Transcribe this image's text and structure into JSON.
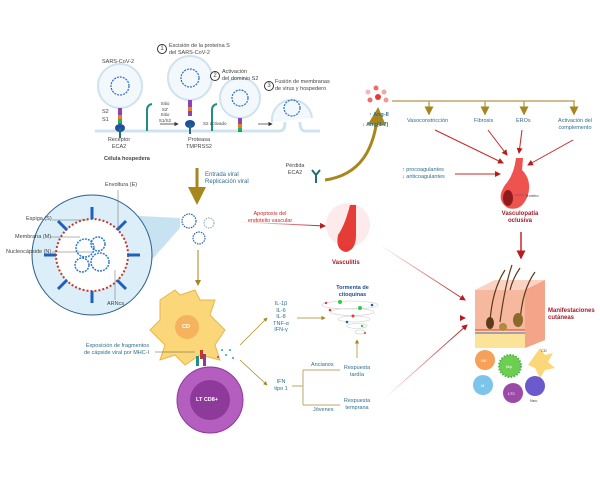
{
  "entry": {
    "virus_label": "SARS-CoV-2",
    "s2_label": "S2",
    "s1_label": "S1",
    "receptor_label": [
      "Receptor",
      "ECA2"
    ],
    "host_cell_label": "Célula hospedera",
    "steps": [
      {
        "number": "1",
        "text": [
          "Escisión de la proteína S",
          "del SARS-CoV-2"
        ]
      },
      {
        "number": "2",
        "text": [
          "Activación",
          "del dominio S2"
        ]
      },
      {
        "number": "3",
        "text": [
          "Fusión de membranas",
          "de virus y hospedero"
        ]
      }
    ],
    "site_labels": [
      "Sitio",
      "S2'",
      "Sitio",
      "S1/S2"
    ],
    "protease_label": [
      "Proteasa",
      "TMPRSS2"
    ],
    "s2_active_label": "S2 activado",
    "ace2_loss_label": [
      "Pérdida",
      "ECA2"
    ],
    "viral_entry_label": [
      "Entrada viral",
      "Replicación viral"
    ]
  },
  "raas": {
    "ang2": "↑ Ang-II",
    "ang17": "↓ Ang(1-7)",
    "effects": [
      "Vasoconstricción",
      "Fibrosis",
      "EROs",
      "Activación del",
      "complemento"
    ],
    "coag": [
      "↑ procoagulantes",
      "↓ anticoagulantes"
    ],
    "thrombus_label": "Trombo",
    "occlusive_label": [
      "Vasculopatía",
      "oclusiva"
    ]
  },
  "virion": {
    "labels": [
      "Envoltura (E)",
      "Espiga (S)",
      "Membrana (M)",
      "Nucleocápside (N)",
      "ARNcs"
    ]
  },
  "vascular": {
    "apoptosis": [
      "Apoptosis del",
      "endotelio vascular"
    ],
    "vasculitis": "Vasculitis"
  },
  "immune": {
    "cd_label": "CD",
    "ltcd8_label": "LT CD8+",
    "exposure": [
      "Exposición de fragmentos",
      "de cápside viral por MHC-I"
    ],
    "cytokines": [
      "IL-1β",
      "IL-6",
      "IL-8",
      "TNF-α",
      "IFN-γ"
    ],
    "ifn": [
      "IFN",
      "tipo 1"
    ],
    "storm": [
      "Tormenta de",
      "citoquinas"
    ],
    "elderly": "Ancianos",
    "young": "Jóvenes",
    "late": [
      "Respuesta",
      "tardía"
    ],
    "early": [
      "Respuesta",
      "temprana"
    ]
  },
  "skin": {
    "label": [
      "Manifestaciones",
      "cutáneas"
    ],
    "cells": [
      "NK",
      "Mφ",
      "CD",
      "M",
      "LTC",
      "Neu"
    ]
  },
  "colors": {
    "gold": "#a8861e",
    "red": "#c62828",
    "teal": "#1f6f78",
    "blue": "#2f6f8f",
    "purple": "#9b4aa8",
    "yellow": "#fbd77a"
  }
}
